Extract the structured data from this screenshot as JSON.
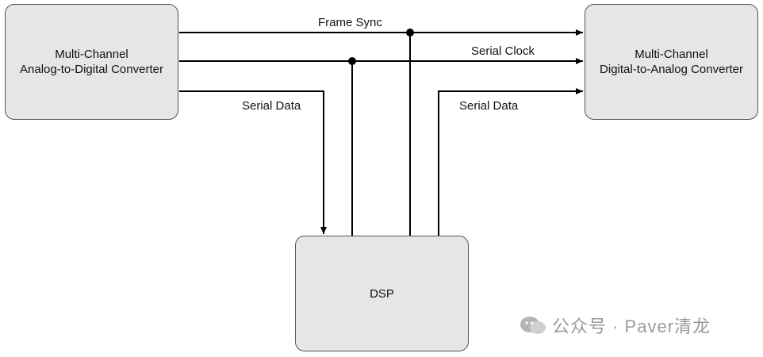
{
  "blocks": {
    "adc": {
      "line1": "Multi-Channel",
      "line2": "Analog-to-Digital Converter"
    },
    "dac": {
      "line1": "Multi-Channel",
      "line2": "Digital-to-Analog Converter"
    },
    "dsp": {
      "label": "DSP"
    }
  },
  "signals": {
    "frame_sync": "Frame Sync",
    "serial_clock": "Serial Clock",
    "serial_data_left": "Serial Data",
    "serial_data_right": "Serial Data"
  },
  "watermark": {
    "text": "公众号 · Paver清龙"
  },
  "colors": {
    "box_fill": "#e6e6e6",
    "box_border": "#555555",
    "wire": "#000000"
  }
}
